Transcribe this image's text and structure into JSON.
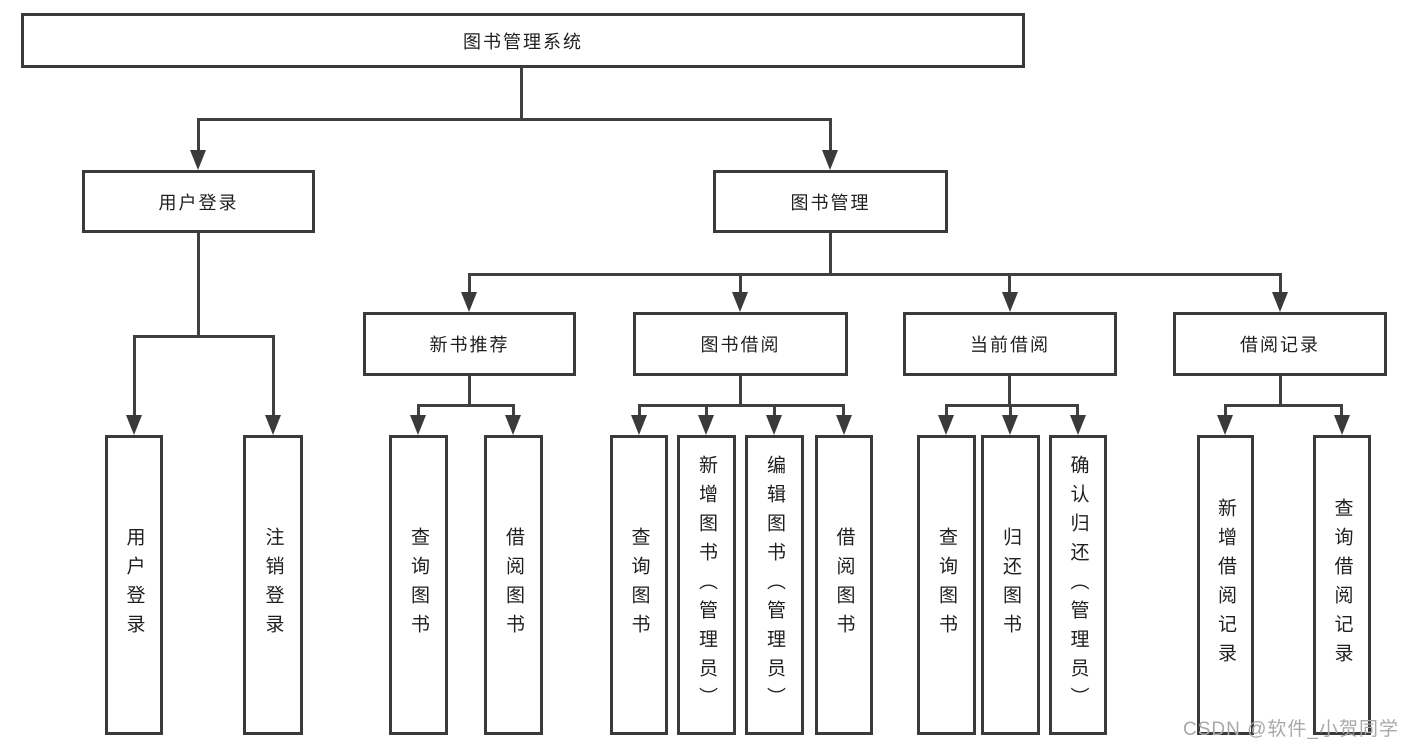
{
  "tree": {
    "label": "图书管理系统",
    "children": [
      {
        "label": "用户登录",
        "children": [
          {
            "label": "用户登录"
          },
          {
            "label": "注销登录"
          }
        ]
      },
      {
        "label": "图书管理",
        "children": [
          {
            "label": "新书推荐",
            "children": [
              {
                "label": "查询图书"
              },
              {
                "label": "借阅图书"
              }
            ]
          },
          {
            "label": "图书借阅",
            "children": [
              {
                "label": "查询图书"
              },
              {
                "label": "新增图书（管理员）"
              },
              {
                "label": "编辑图书（管理员）"
              },
              {
                "label": "借阅图书"
              }
            ]
          },
          {
            "label": "当前借阅",
            "children": [
              {
                "label": "查询图书"
              },
              {
                "label": "归还图书"
              },
              {
                "label": "确认归还（管理员）"
              }
            ]
          },
          {
            "label": "借阅记录",
            "children": [
              {
                "label": "新增借阅记录"
              },
              {
                "label": "查询借阅记录"
              }
            ]
          }
        ]
      }
    ]
  },
  "watermark": {
    "text": "CSDN @软件_小贺同学"
  },
  "colors": {
    "line": "#3f3f3f",
    "border": "#3a3a3a",
    "text": "#1f1f1f",
    "watermark": "#a9a9a9"
  }
}
